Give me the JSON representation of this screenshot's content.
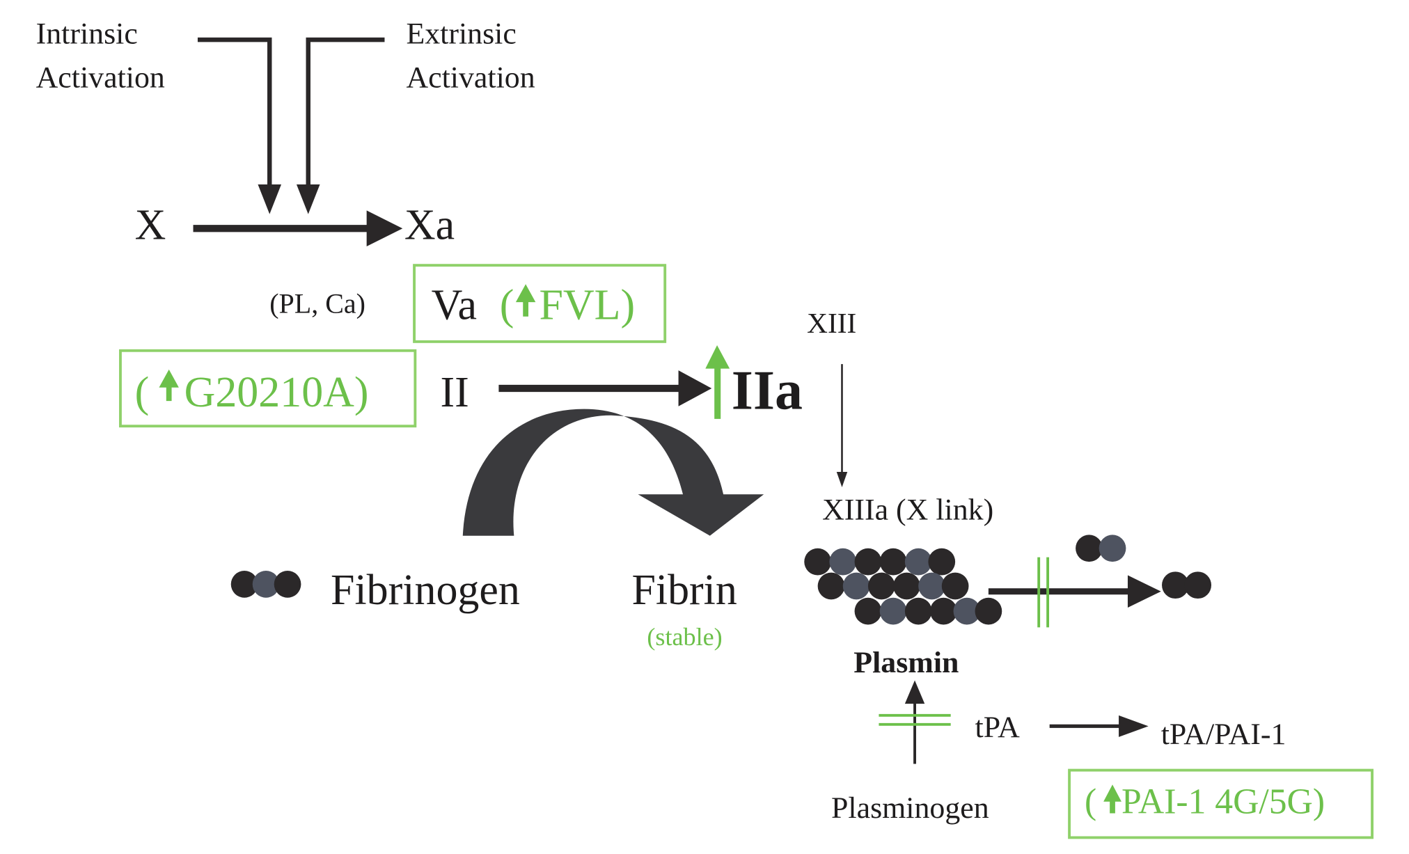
{
  "labels": {
    "intrinsic": "Intrinsic",
    "intrinsic_2": "Activation",
    "extrinsic": "Extrinsic",
    "extrinsic_2": "Activation",
    "x": "X",
    "xa": "Xa",
    "pl_ca": "(PL, Ca)",
    "va": "Va",
    "xiii": "XIII",
    "ii": "II",
    "iia": "IIa",
    "xiiia": "XIIIa (X link)",
    "fibrinogen": "Fibrinogen",
    "fibrin": "Fibrin",
    "stable": "(stable)",
    "plasmin": "Plasmin",
    "tpa": "tPA",
    "tpa_pai": "tPA/PAI-1",
    "plasminogen": "Plasminogen"
  },
  "risk_factors": {
    "fvl": "FVL)",
    "g20210a": "G20210A)",
    "pai": "PAI-1 4G/5G)",
    "open_paren": "("
  },
  "colors": {
    "accent": "#6cc04a",
    "ink": "#1e1c1d"
  }
}
